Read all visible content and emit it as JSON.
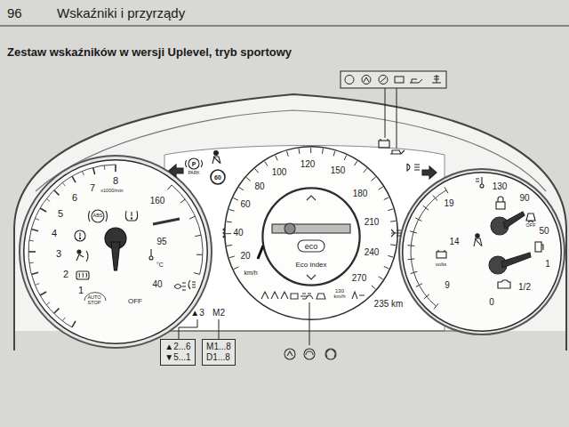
{
  "diagram": {
    "title": "Zestaw wskaźników w wersji Uplevel, tryb sportowy",
    "nodes": [
      {
        "text": [
          "8",
          "7",
          "6",
          "5",
          "4",
          "3",
          "2",
          "1",
          "x1000/min",
          "ABS",
          "160",
          "95",
          "°C",
          "40",
          "AUTO STOP",
          "OFF"
        ]
      },
      {
        "text": [
          "20",
          "40",
          "60",
          "80",
          "100",
          "120",
          "150",
          "180",
          "210",
          "240",
          "270",
          "km/h"
        ]
      },
      {
        "text": [
          "eco",
          "Eco index"
        ],
        "in": 1
      },
      {
        "text": [
          "130",
          "90",
          "OFF",
          "50",
          "1",
          "1/2",
          "0",
          "19",
          "14",
          "volts",
          "9"
        ]
      },
      {
        "text": [
          "▲2...6",
          "▼5...1"
        ]
      },
      {
        "text": [
          "M1...8",
          "D1...8"
        ]
      }
    ],
    "labels": [
      "96",
      "Wskaźniki i przyrządy",
      "P",
      "PARK",
      "60",
      "130 km/h",
      "235 km",
      "▲3",
      "M2"
    ]
  }
}
